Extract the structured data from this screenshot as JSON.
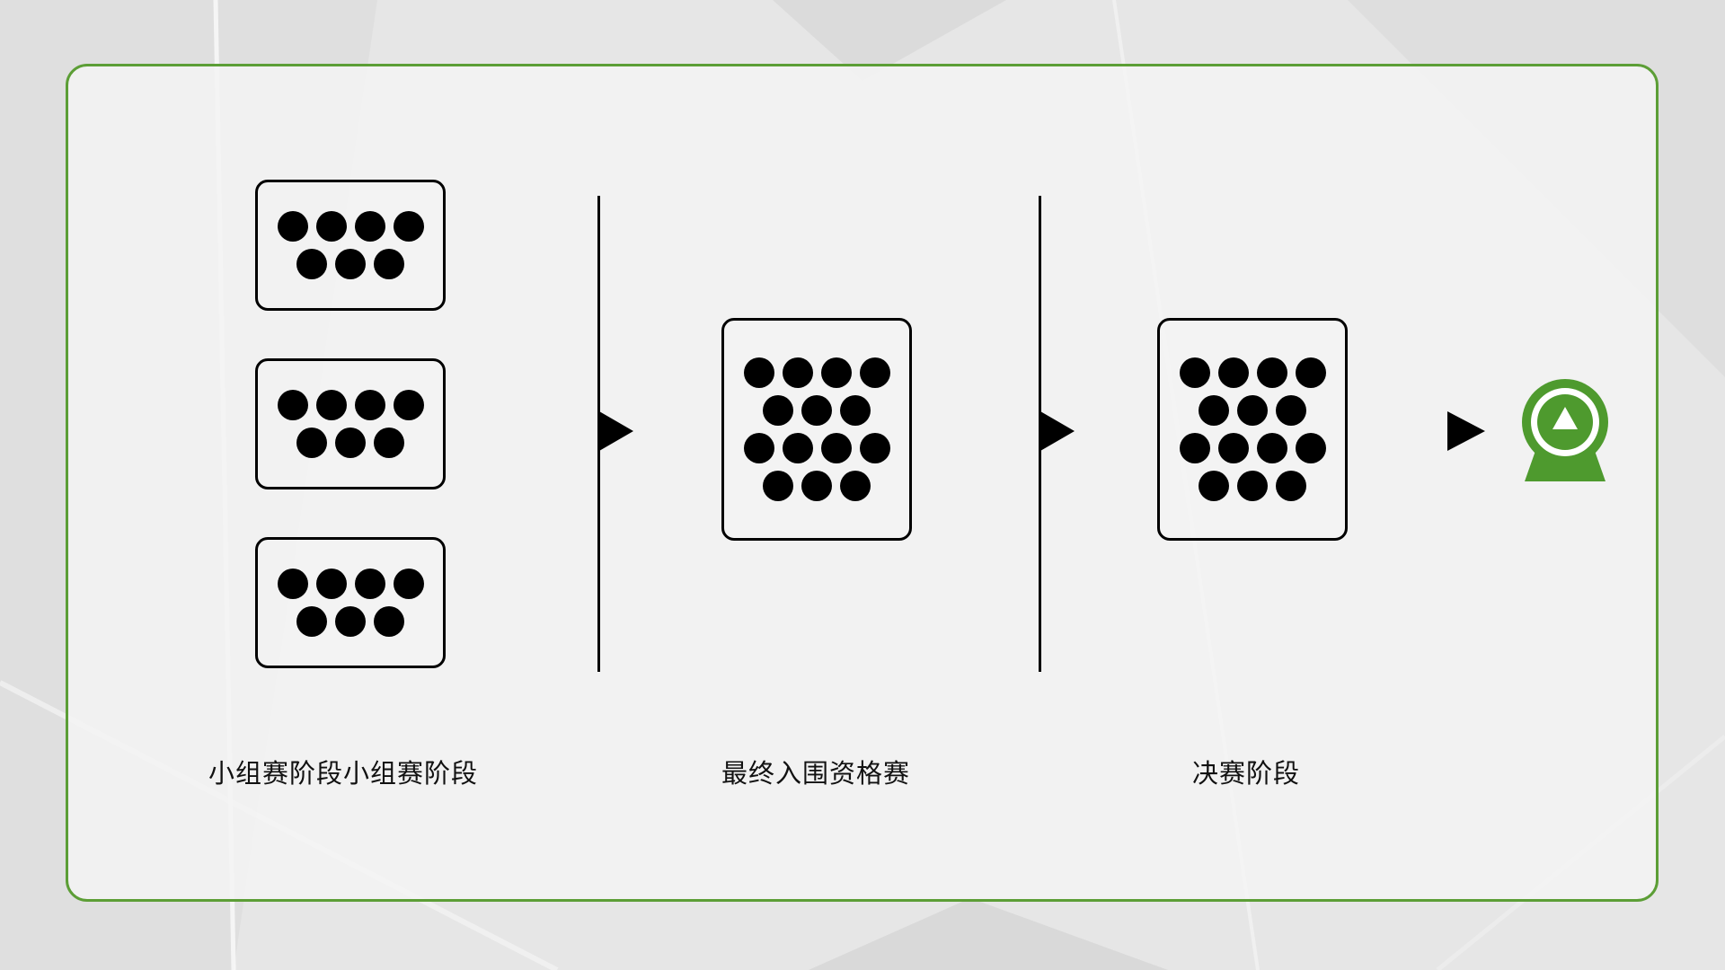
{
  "stages": [
    {
      "label": "小组赛阶段小组赛阶段"
    },
    {
      "label": "最终入围资格赛"
    },
    {
      "label": "决赛阶段"
    }
  ],
  "group_boxes": 3,
  "dots_per_group_box": 7,
  "dots_per_stage_box": 14,
  "colors": {
    "accent": "#5c9e36",
    "trophy": "#4e9a2e",
    "line": "#000000"
  },
  "icons": {
    "end": "trophy-icon",
    "flow": "arrow-right-icon"
  }
}
